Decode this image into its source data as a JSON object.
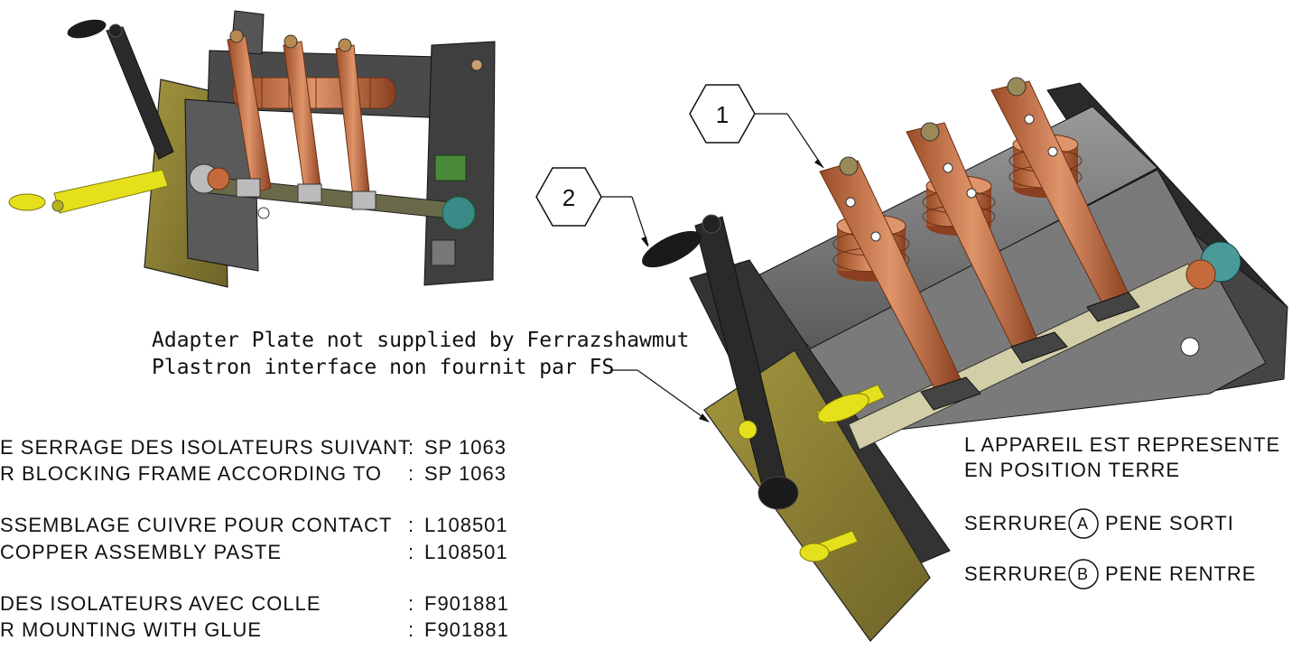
{
  "balloons": [
    {
      "id": "1"
    },
    {
      "id": "2"
    }
  ],
  "annotation": {
    "line1": "Adapter Plate not supplied by Ferrazshawmut",
    "line2": "Plastron interface non fournit par FS"
  },
  "specs": [
    {
      "text": "E SERRAGE DES ISOLATEURS SUIVANT",
      "value": "SP 1063"
    },
    {
      "text": "R BLOCKING FRAME ACCORDING TO",
      "value": "SP 1063"
    },
    {
      "text": "SSEMBLAGE CUIVRE POUR CONTACT",
      "value": "L108501"
    },
    {
      "text": "COPPER ASSEMBLY PASTE",
      "value": "L108501"
    },
    {
      "text": "DES ISOLATEURS AVEC COLLE",
      "value": "F901881"
    },
    {
      "text": "R MOUNTING WITH GLUE",
      "value": "F901881"
    }
  ],
  "spec_colon": ":",
  "status": {
    "line1": "L APPAREIL EST REPRESENTE",
    "line2": "EN POSITION TERRE"
  },
  "locks": [
    {
      "prefix": "SERRURE",
      "letter": "A",
      "suffix": "PENE SORTI"
    },
    {
      "prefix": "SERRURE",
      "letter": "B",
      "suffix": "PENE RENTRE"
    }
  ],
  "colors": {
    "copper": "#c46a3c",
    "copper_dark": "#8a4020",
    "frame": "#6e6e6e",
    "frame_dark": "#3c3c3c",
    "plate": "#8c7f3a",
    "handle_yellow": "#e8e020",
    "shaft": "#c8c4a0",
    "line": "#111111"
  }
}
